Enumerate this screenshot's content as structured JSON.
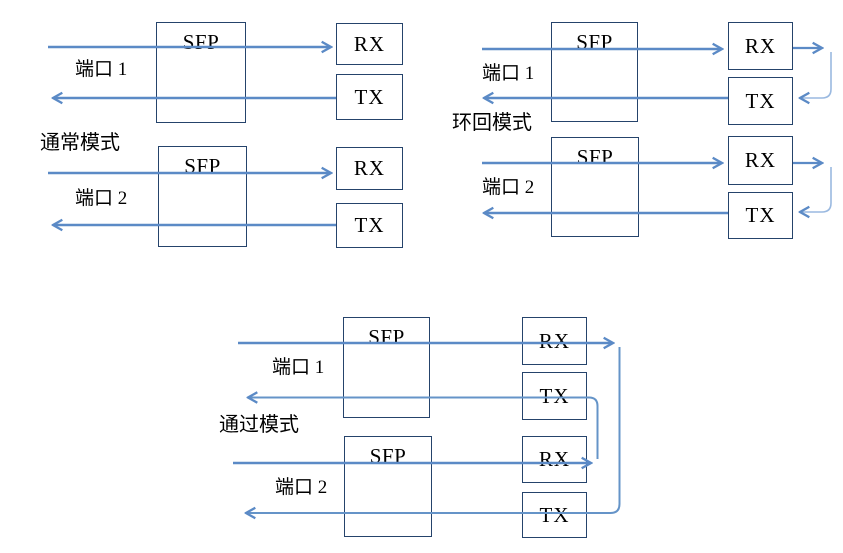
{
  "palette": {
    "line_blue": "#5b8ac6",
    "elbow_blue": "#9ab9e0",
    "connector_blue": "#6594c8",
    "box_border": "#25436b",
    "text_color": "#000000",
    "background": "#ffffff"
  },
  "modes": [
    {
      "label": "通常模式",
      "ports": [
        {
          "label": "端口 1",
          "sfp_label": "SFP",
          "rx_label": "RX",
          "tx_label": "TX"
        },
        {
          "label": "端口 2",
          "sfp_label": "SFP",
          "rx_label": "RX",
          "tx_label": "TX"
        }
      ]
    },
    {
      "label": "环回模式",
      "ports": [
        {
          "label": "端口 1",
          "sfp_label": "SFP",
          "rx_label": "RX",
          "tx_label": "TX"
        },
        {
          "label": "端口 2",
          "sfp_label": "SFP",
          "rx_label": "RX",
          "tx_label": "TX"
        }
      ]
    },
    {
      "label": "通过模式",
      "ports": [
        {
          "label": "端口 1",
          "sfp_label": "SFP",
          "rx_label": "RX",
          "tx_label": "TX"
        },
        {
          "label": "端口 2",
          "sfp_label": "SFP",
          "rx_label": "RX",
          "tx_label": "TX"
        }
      ]
    }
  ]
}
